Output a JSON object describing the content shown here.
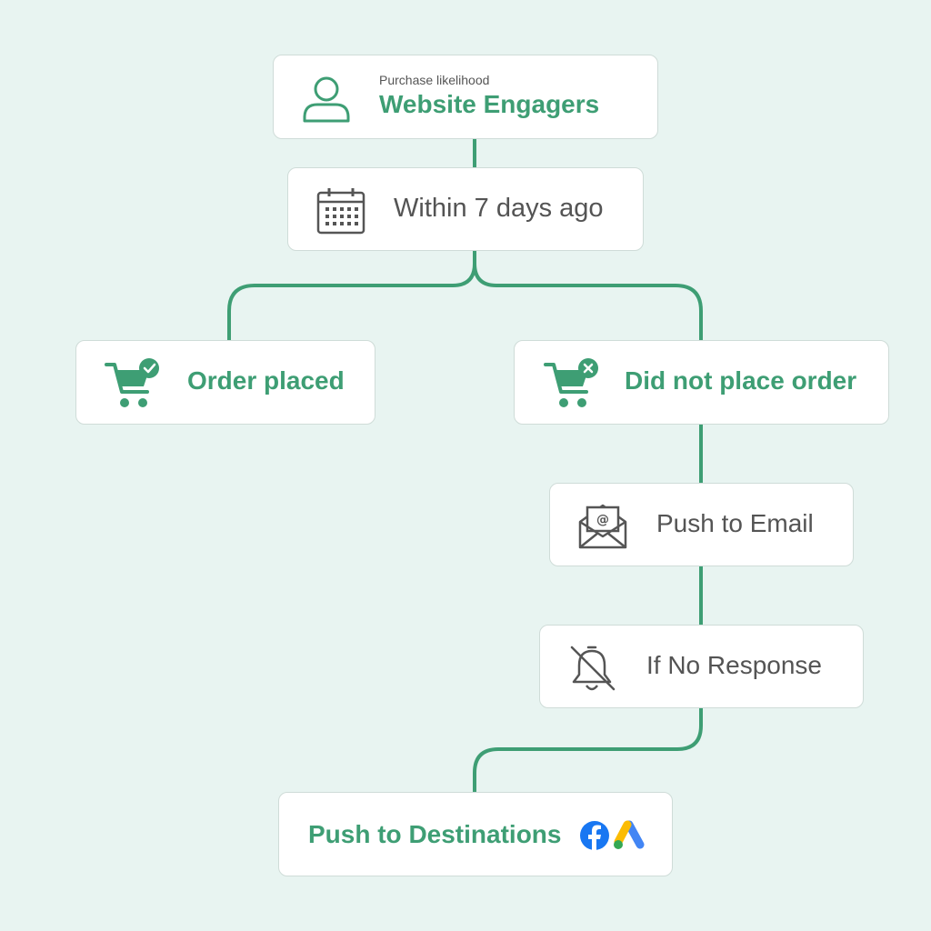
{
  "colors": {
    "accent": "#3e9e74",
    "background": "#e8f4f1",
    "text_grey": "#545454",
    "facebook": "#1877f2"
  },
  "nodes": {
    "engagers": {
      "subtitle": "Purchase likelihood",
      "title": "Website Engagers",
      "icon": "user-icon"
    },
    "days": {
      "label": "Within 7 days ago",
      "icon": "calendar-icon"
    },
    "order_placed": {
      "label": "Order placed",
      "icon": "cart-check-icon"
    },
    "no_order": {
      "label": "Did not place order",
      "icon": "cart-cross-icon"
    },
    "email": {
      "label": "Push to Email",
      "icon": "email-icon"
    },
    "no_response": {
      "label": "If No Response",
      "icon": "bell-off-icon"
    },
    "destinations": {
      "label": "Push to Destinations",
      "icons": [
        "facebook-icon",
        "google-ads-icon"
      ]
    }
  }
}
